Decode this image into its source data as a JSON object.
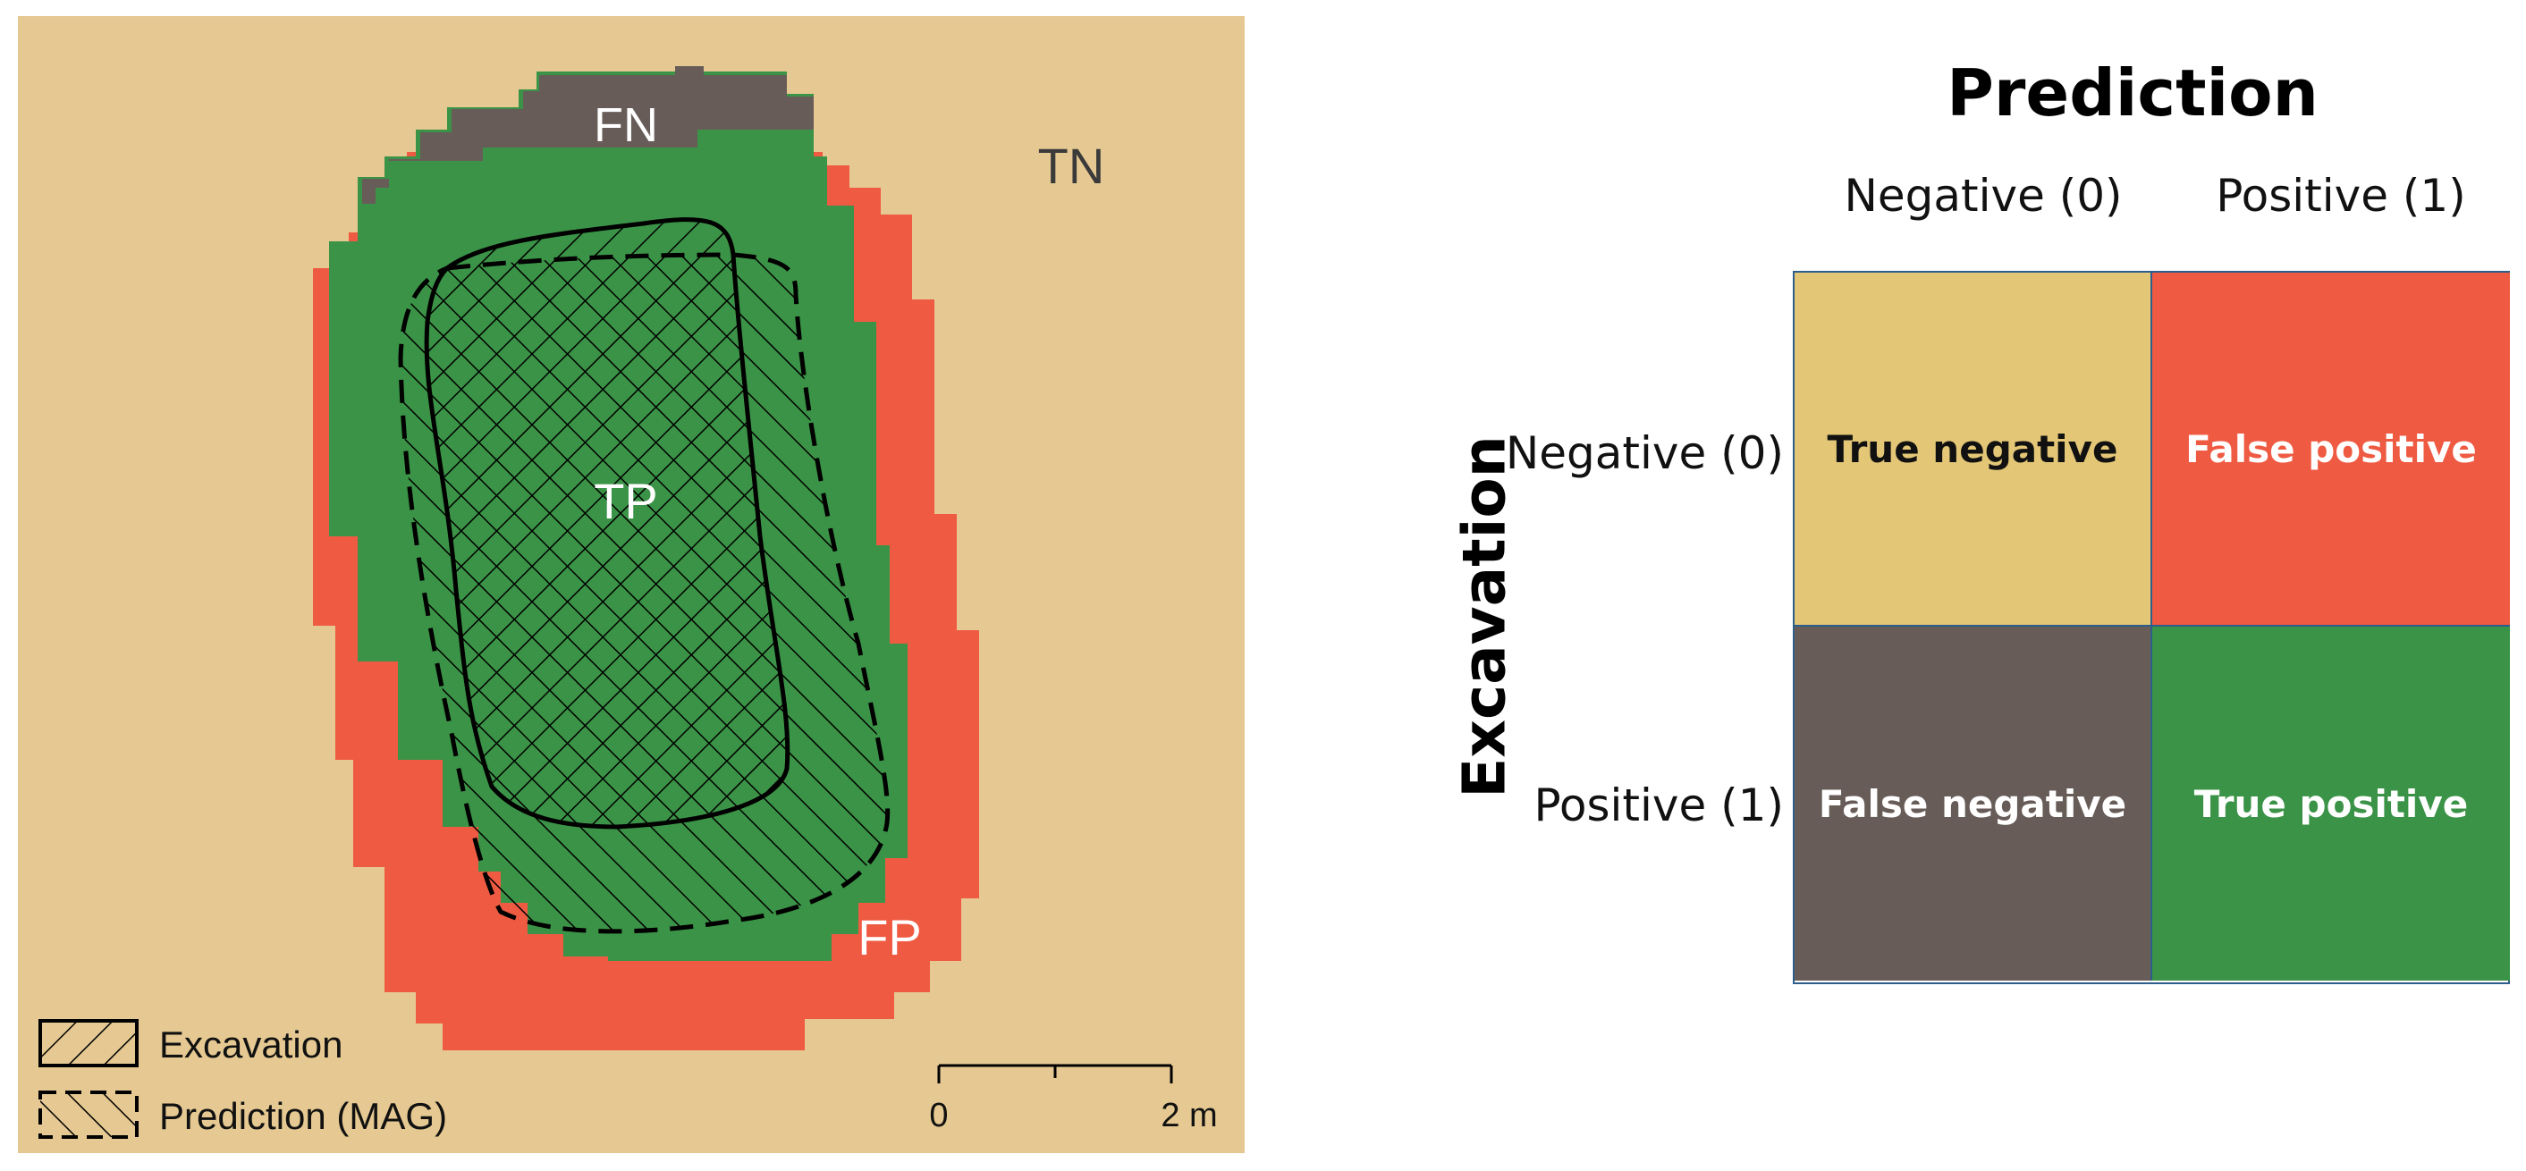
{
  "map": {
    "labels": {
      "tn": "TN",
      "fn": "FN",
      "tp": "TP",
      "fp": "FP"
    },
    "legend": {
      "excavation": "Excavation",
      "prediction": "Prediction (MAG)"
    },
    "scale_bar": {
      "start": "0",
      "end": "2 m"
    },
    "colors": {
      "background": "#e6c992",
      "tp": "#3b9347",
      "fp": "#ef5a42",
      "fn": "#675c58",
      "tn": "#e6c992"
    }
  },
  "matrix": {
    "column_axis_title": "Prediction",
    "row_axis_title": "Excavation",
    "columns": [
      "Negative (0)",
      "Positive (1)"
    ],
    "rows": [
      "Negative (0)",
      "Positive (1)"
    ],
    "cells": {
      "tn": "True negative",
      "fp": "False positive",
      "fn": "False negative",
      "tp": "True positive"
    },
    "colors": {
      "tn": "#e3c676",
      "fp": "#ef5a42",
      "fn": "#675c58",
      "tp": "#3b9347",
      "border": "#2d5d8a"
    }
  }
}
